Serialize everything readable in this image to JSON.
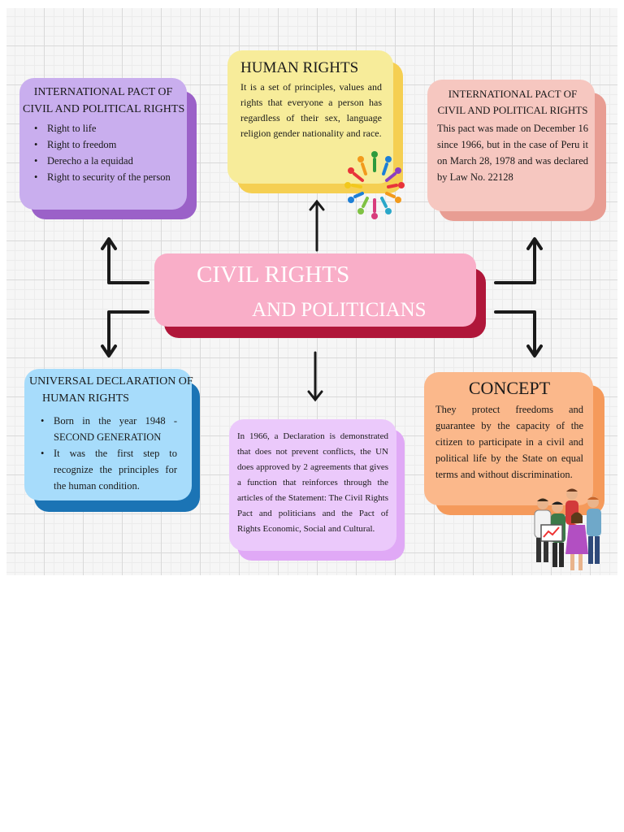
{
  "center": {
    "line1": "CIVIL RIGHTS",
    "line2": "AND POLITICIANS"
  },
  "intl_pact_left": {
    "title_line1": "INTERNATIONAL PACT OF",
    "title_line2": "CIVIL AND POLITICAL RIGHTS",
    "items": [
      "Right to life",
      "Right to freedom",
      "Derecho a la equidad",
      "Right to security of the person"
    ]
  },
  "human_rights": {
    "title": "HUMAN RIGHTS",
    "text": "It is a set of principles, values and rights that everyone a person has regardless of their sex, language religion gender nationality and race."
  },
  "intl_pact_right": {
    "title_line1": "INTERNATIONAL PACT OF",
    "title_line2": "CIVIL AND POLITICAL RIGHTS",
    "text": "This pact was made on December 16 since 1966, but in the case of Peru it on March 28, 1978 and was declared by Law No. 22128"
  },
  "universal_declaration": {
    "title_line1": "UNIVERSAL DECLARATION OF",
    "title_line2": "HUMAN RIGHTS",
    "items": [
      "Born in the year 1948 - SECOND GENERATION",
      "It was the first step to recognize the principles for the human condition."
    ]
  },
  "declaration_1966": {
    "text": "In 1966, a Declaration is demonstrated that does not prevent conflicts, the UN does approved by 2 agreements that gives a function that reinforces through the articles of the Statement: The Civil Rights Pact and politicians and the Pact of Rights Economic, Social and Cultural."
  },
  "concept": {
    "title": "CONCEPT",
    "text": "They protect freedoms and guarantee by the capacity of the citizen to participate in a civil and political life by the State on equal terms and without discrimination."
  },
  "colors": {
    "purple": "#c9aeee",
    "yellow": "#f7ec9a",
    "salmon": "#f6c7c0",
    "pink": "#f9aec8",
    "crimson": "#b0173a",
    "blue": "#a7dcfb",
    "lavender": "#ebc9fb",
    "orange": "#fbb88b"
  }
}
